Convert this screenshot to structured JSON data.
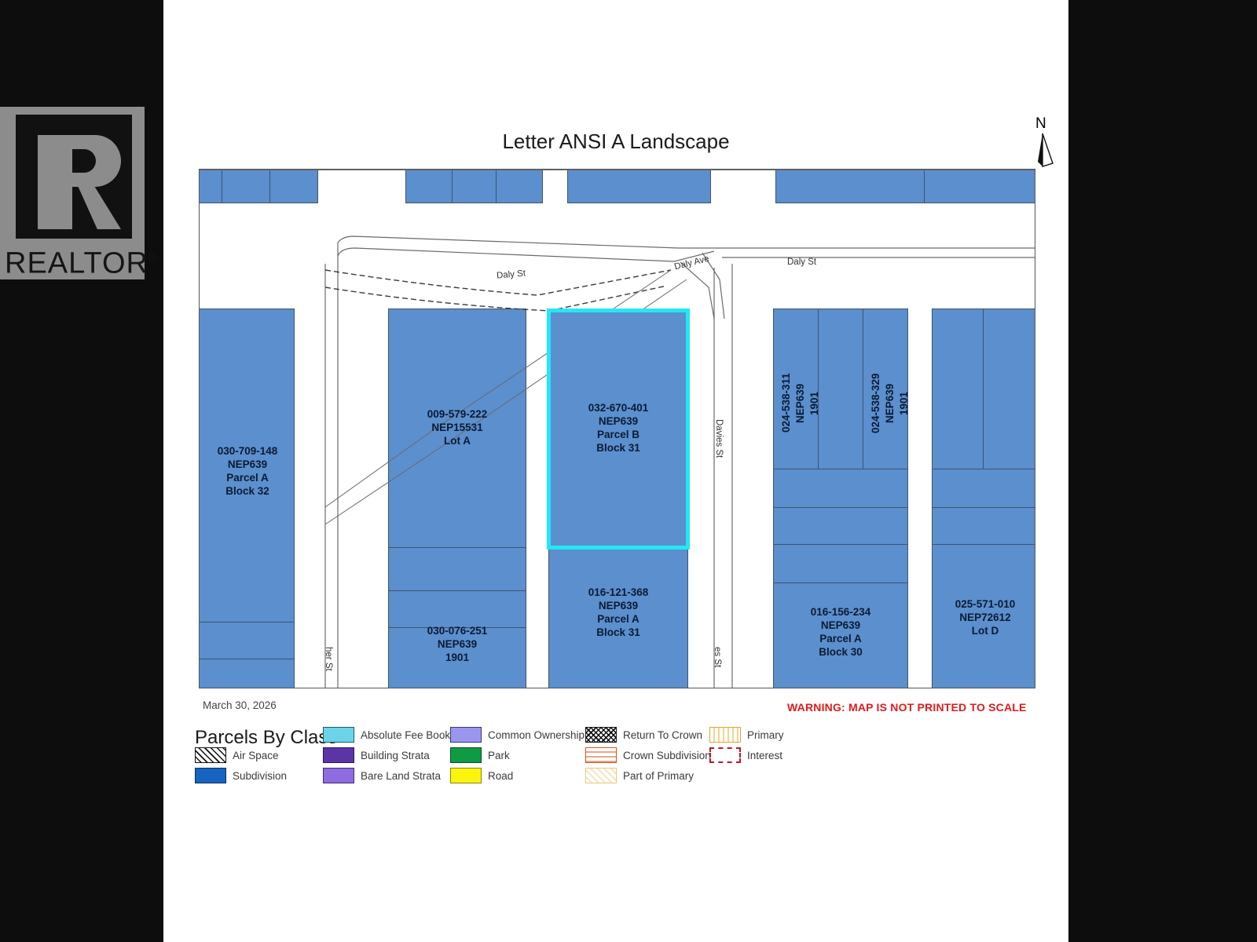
{
  "logo": {
    "wordmark": "REALTOR",
    "registered": "®"
  },
  "map": {
    "title": "Letter ANSI A Landscape",
    "north_label": "N",
    "date": "March 30, 2026",
    "scale_warning": "WARNING: MAP IS NOT PRINTED TO SCALE",
    "highlight_color": "#22e8f5",
    "parcel_fill": "#5b8fce",
    "parcel_stroke": "#41536b"
  },
  "streets": [
    {
      "name": "Daly St",
      "orientation": "rotated"
    },
    {
      "name": "Daly Ave",
      "orientation": "rotated"
    },
    {
      "name": "Daly St",
      "orientation": "horizontal"
    },
    {
      "name": "Davies St",
      "orientation": "vertical"
    },
    {
      "name": "her St",
      "orientation": "vertical"
    },
    {
      "name": "es St",
      "orientation": "vertical"
    }
  ],
  "parcels": [
    {
      "id": "030-709-148",
      "plan": "NEP639",
      "part": "Parcel A",
      "block": "Block 32",
      "label": "030-709-148\nNEP639\nParcel A\nBlock 32",
      "highlighted": false
    },
    {
      "id": "009-579-222",
      "plan": "NEP15531",
      "part": "Lot A",
      "block": "",
      "label": "009-579-222\nNEP15531\nLot A",
      "highlighted": false
    },
    {
      "id": "032-670-401",
      "plan": "NEP639",
      "part": "Parcel B",
      "block": "Block 31",
      "label": "032-670-401\nNEP639\nParcel B\nBlock 31",
      "highlighted": true
    },
    {
      "id": "024-538-311",
      "plan": "NEP639",
      "part": "1901",
      "block": "",
      "label": "024-538-311\nNEP639\n1901",
      "highlighted": false
    },
    {
      "id": "024-538-329",
      "plan": "NEP639",
      "part": "1901",
      "block": "",
      "label": "024-538-329\nNEP639\n1901",
      "highlighted": false
    },
    {
      "id": "030-076-251",
      "plan": "NEP639",
      "part": "1901",
      "block": "",
      "label": "030-076-251\nNEP639\n1901",
      "highlighted": false
    },
    {
      "id": "016-121-368",
      "plan": "NEP639",
      "part": "Parcel A",
      "block": "Block 31",
      "label": "016-121-368\nNEP639\nParcel A\nBlock 31",
      "highlighted": false
    },
    {
      "id": "016-156-234",
      "plan": "NEP639",
      "part": "Parcel A",
      "block": "Block 30",
      "label": "016-156-234\nNEP639\nParcel A\nBlock 30",
      "highlighted": false
    },
    {
      "id": "025-571-010",
      "plan": "NEP72612",
      "part": "Lot D",
      "block": "",
      "label": "025-571-010\nNEP72612\nLot D",
      "highlighted": false
    }
  ],
  "legend": {
    "title": "Parcels By Class",
    "items": [
      {
        "label": "Air Space",
        "swatch": "air-space-swatch",
        "color": "#ffffff"
      },
      {
        "label": "Subdivision",
        "swatch": "subdivision-swatch",
        "color": "#1663c0"
      },
      {
        "label": "Absolute Fee Book",
        "swatch": "absolute-fee-book-swatch",
        "color": "#6cd3e8"
      },
      {
        "label": "Building Strata",
        "swatch": "building-strata-swatch",
        "color": "#5b34a8"
      },
      {
        "label": "Bare Land Strata",
        "swatch": "bare-land-strata-swatch",
        "color": "#8f6ce0"
      },
      {
        "label": "Common Ownership",
        "swatch": "common-ownership-swatch",
        "color": "#9a96f0"
      },
      {
        "label": "Park",
        "swatch": "park-swatch",
        "color": "#0e9b44"
      },
      {
        "label": "Road",
        "swatch": "road-swatch",
        "color": "#fbf50d"
      },
      {
        "label": "Return To Crown",
        "swatch": "return-to-crown-swatch",
        "color": "#ffffff"
      },
      {
        "label": "Crown Subdivision",
        "swatch": "crown-subdivision-swatch",
        "color": "#d2551b"
      },
      {
        "label": "Part of Primary",
        "swatch": "part-of-primary-swatch",
        "color": "#e9c978"
      },
      {
        "label": "Primary",
        "swatch": "primary-swatch",
        "color": "#d8ab30"
      },
      {
        "label": "Interest",
        "swatch": "interest-swatch",
        "color": "#c0142c"
      }
    ]
  }
}
